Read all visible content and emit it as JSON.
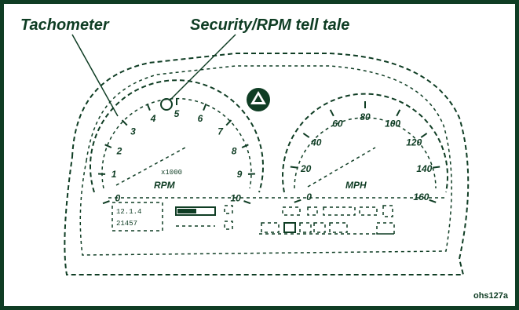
{
  "labels": {
    "tachometer": "Tachometer",
    "security_tell_tale": "Security/RPM tell tale"
  },
  "figure_id": "ohs127a",
  "tachometer": {
    "numbers": [
      "0",
      "1",
      "2",
      "3",
      "4",
      "5",
      "6",
      "7",
      "8",
      "9",
      "10"
    ],
    "unit": "RPM",
    "multiplier": "x1000"
  },
  "speedometer": {
    "numbers": [
      "0",
      "20",
      "40",
      "60",
      "80",
      "100",
      "120",
      "140",
      "160"
    ],
    "unit": "MPH"
  },
  "lcd": {
    "line1": "12.1.4",
    "line2": "21457"
  },
  "colors": {
    "ink": "#0f3d24",
    "background": "#ffffff"
  }
}
